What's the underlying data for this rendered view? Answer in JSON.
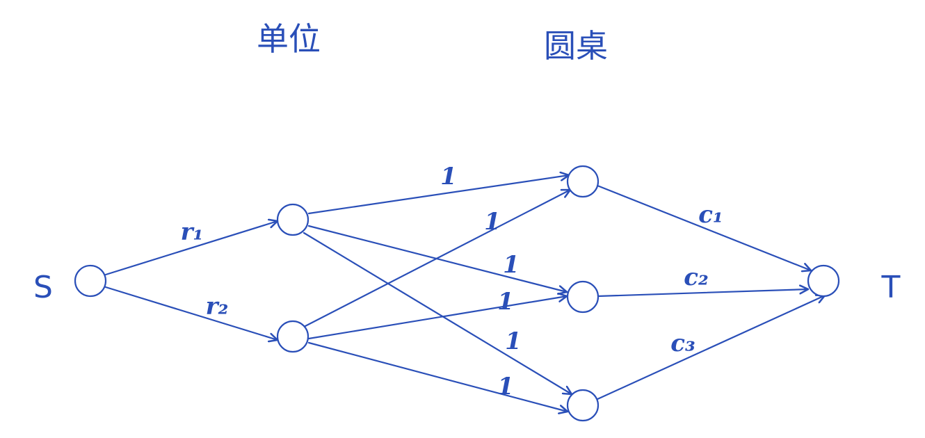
{
  "headers": {
    "units": "单位",
    "tables": "圆桌"
  },
  "terminals": {
    "source": "S",
    "sink": "T"
  },
  "edge_labels": {
    "s_u1": "r₁",
    "s_u2": "r₂",
    "u1_t1": "1",
    "u2_t1": "1",
    "u1_t2": "1",
    "u2_t2": "1",
    "u1_t3": "1",
    "u2_t3": "1",
    "t1_sink": "c₁",
    "t2_sink": "c₂",
    "t3_sink": "c₃"
  },
  "colors": {
    "ink": "#2A4FB8",
    "background": "#FFFFFF"
  }
}
